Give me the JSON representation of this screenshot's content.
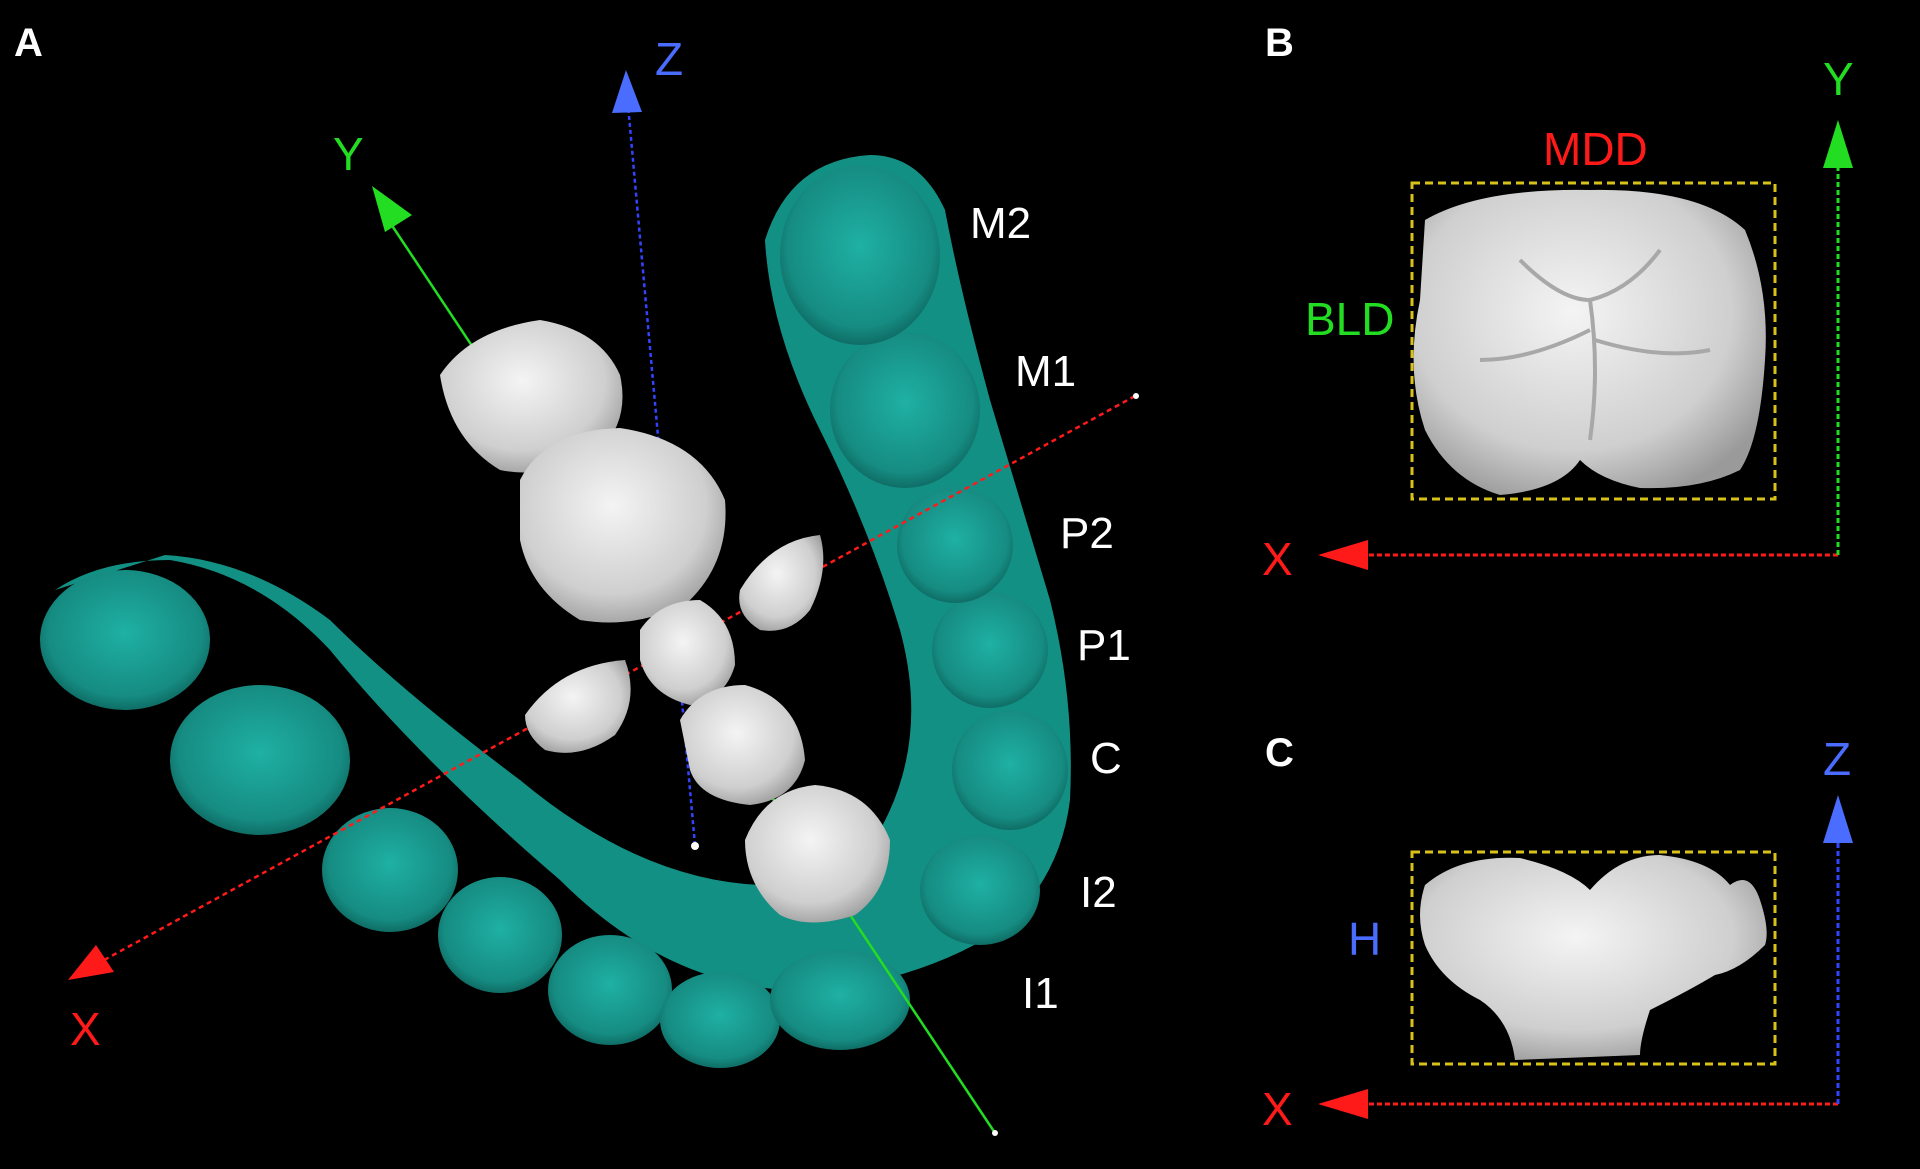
{
  "panels": {
    "a": {
      "letter": "A",
      "axes": {
        "x": "X",
        "y": "Y",
        "z": "Z"
      },
      "teeth": [
        "M2",
        "M1",
        "P2",
        "P1",
        "C",
        "I2",
        "I1"
      ]
    },
    "b": {
      "letter": "B",
      "axes": {
        "x": "X",
        "y": "Y"
      },
      "measure_top": "MDD",
      "measure_left": "BLD"
    },
    "c": {
      "letter": "C",
      "axes": {
        "x": "X",
        "z": "Z"
      },
      "measure_left": "H"
    }
  },
  "colors": {
    "background": "#000000",
    "arch": "#1a9e93",
    "tooth": "#d9d9d9",
    "x_axis": "#ff1a1a",
    "y_axis": "#22dd22",
    "z_axis": "#4a6cff",
    "box": "#d8c21a",
    "label": "#ffffff"
  }
}
